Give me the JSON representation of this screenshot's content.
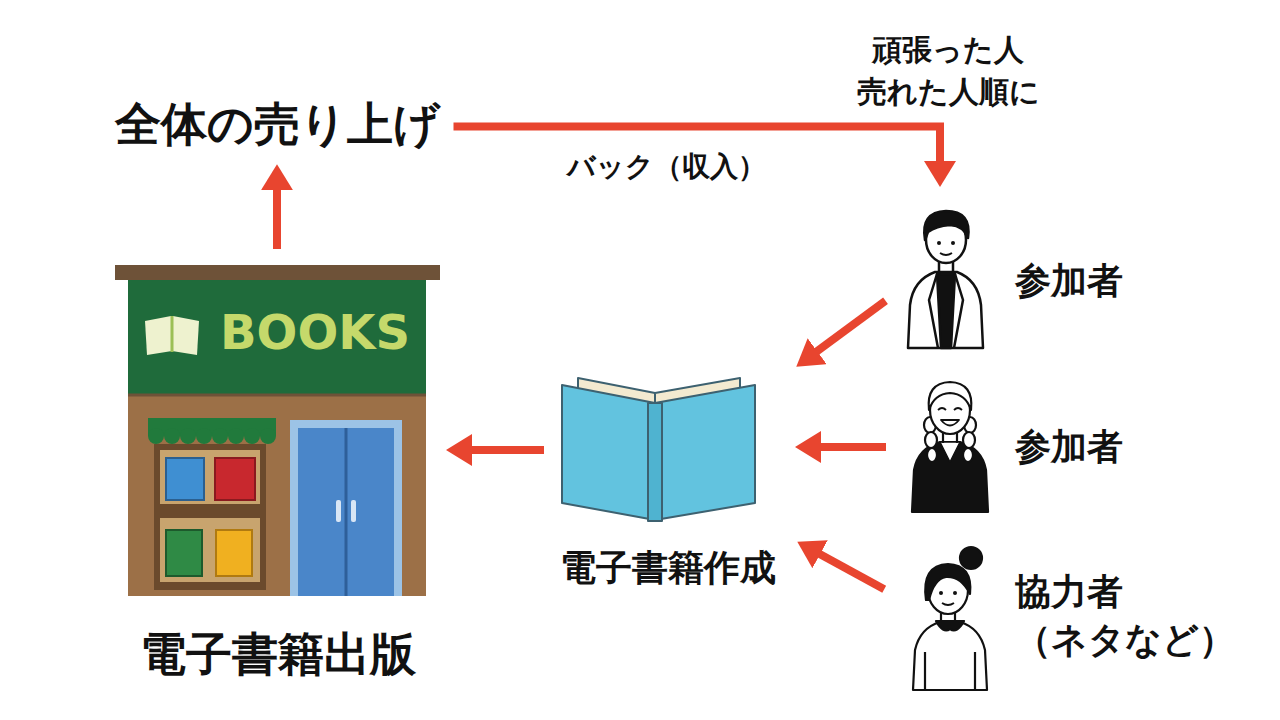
{
  "diagram": {
    "nodes": [
      {
        "text": [
          "全体の売り上げ"
        ]
      },
      {
        "text": [
          "BOOKS",
          "電子書籍出版"
        ]
      },
      {
        "text": [
          "電子書籍作成"
        ]
      },
      {
        "text": [
          "参加者"
        ]
      },
      {
        "text": [
          "参加者"
        ]
      },
      {
        "text": [
          "協力者 （ネタなど）"
        ]
      }
    ],
    "edges": [
      {
        "from": 1,
        "to": 0,
        "arrow": "to"
      },
      {
        "from": 0,
        "to": 3,
        "label": "バック（収入）",
        "arrow": "to"
      },
      {
        "from": 3,
        "to": 2,
        "arrow": "to"
      },
      {
        "from": 4,
        "to": 2,
        "arrow": "to"
      },
      {
        "from": 5,
        "to": 2,
        "arrow": "to"
      },
      {
        "from": 2,
        "to": 1,
        "arrow": "to"
      }
    ],
    "labels": [
      "頑張った人 売れた人順に"
    ]
  }
}
